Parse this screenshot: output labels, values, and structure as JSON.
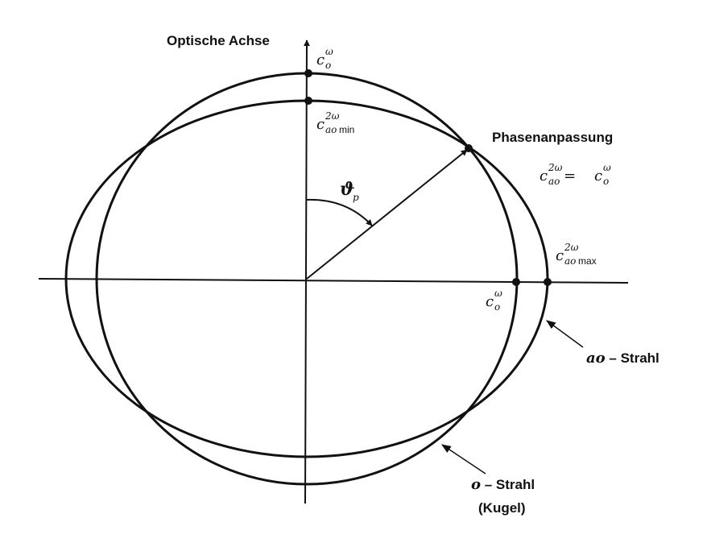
{
  "labels": {
    "optic_axis": "Optische Achse",
    "phase_matching": "Phasenanpassung",
    "angle_symbol": "ϑ",
    "angle_sub": "p",
    "ao_ray_italic": "ao",
    "ao_ray_text": " – Strahl",
    "o_ray_italic": "o",
    "o_ray_text": " – Strahl",
    "o_ray_sphere": "(Kugel)"
  },
  "symbols": {
    "c": "c",
    "omega": "ω",
    "two_omega": "2ω",
    "sub_o": "o",
    "sub_ao": "ao",
    "sub_min": " min",
    "sub_max": " max",
    "equals": " = "
  },
  "colors": {
    "stroke": "#111111",
    "background": "#ffffff"
  }
}
